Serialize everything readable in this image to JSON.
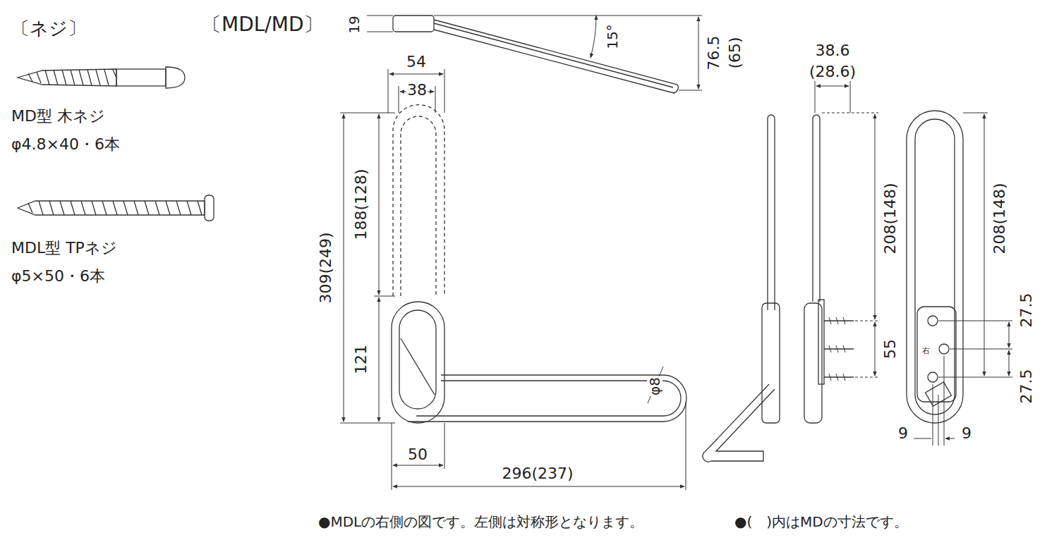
{
  "diagram": {
    "labels": [
      "〔ネジ〕",
      "MD型 木ネジ",
      "φ4.8×40・6本",
      "MDL型 TPネジ",
      "φ5×50・6本",
      "〔MDL/MD〕",
      "19",
      "15°",
      "76.5",
      "(65)",
      "54",
      "38",
      "309(249)",
      "188(128)",
      "121",
      "50",
      "φ8",
      "296(237)",
      "38.6",
      "(28.6)",
      "208(148)",
      "55",
      "208(148)",
      "27.5",
      "27.5",
      "9",
      "9",
      "右",
      "●MDLの右側の図です。左側は対称形となります。",
      "●(　)内はMDの寸法です。"
    ]
  }
}
